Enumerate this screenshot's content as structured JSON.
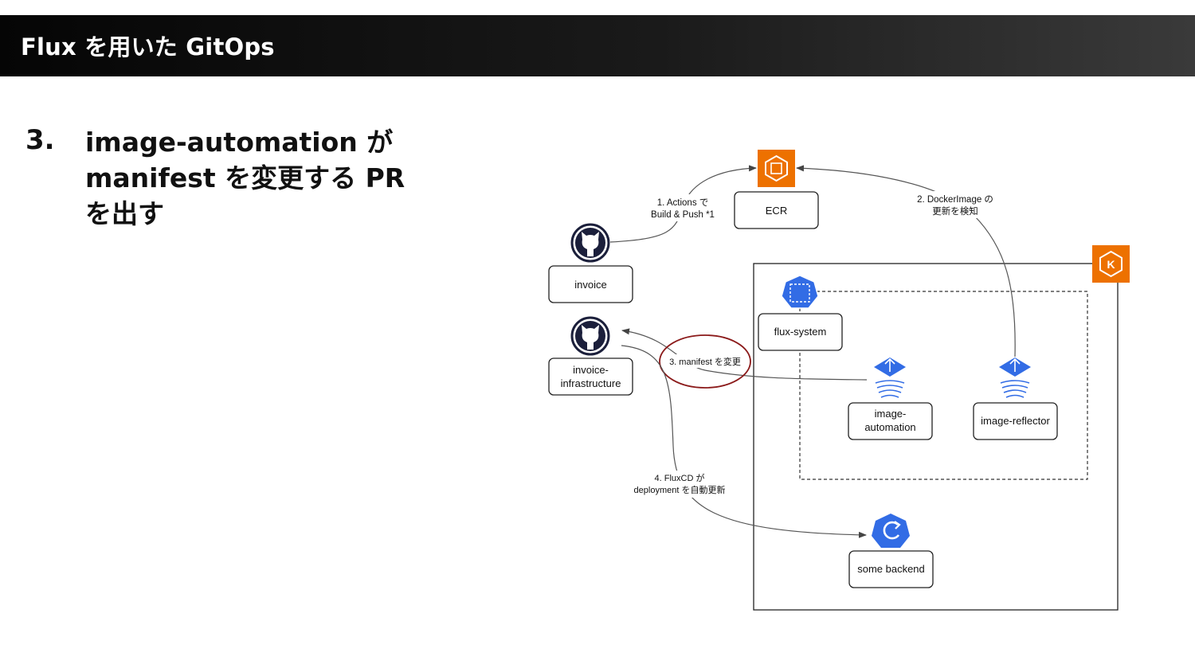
{
  "header": {
    "title": "Flux を用いた GitOps"
  },
  "step": {
    "number": "3.",
    "lines": [
      "image-automation が",
      "manifest を変更する PR",
      "を出す"
    ]
  },
  "diagram": {
    "nodes": {
      "ecr": "ECR",
      "invoice": "invoice",
      "invoice_infra": [
        "invoice-",
        "infrastructure"
      ],
      "flux_system": "flux-system",
      "image_automation": [
        "image-",
        "automation"
      ],
      "image_reflector": "image-reflector",
      "some_backend": "some backend"
    },
    "edges": {
      "build_push": [
        "1. Actions で",
        "Build & Push *1"
      ],
      "docker_image": [
        "2. DockerImage の",
        "更新を検知"
      ],
      "manifest_change": "3. manifest を変更",
      "fluxcd_update": [
        "4. FluxCD が",
        "deployment を自動更新"
      ]
    },
    "icons": {
      "aws_ecr": "ecr-icon",
      "aws_eks": "eks-icon",
      "github": "github-icon",
      "flux_system": "kubernetes-namespace-icon",
      "flux_controller": "flux-icon",
      "deployment": "kubernetes-deployment-icon"
    },
    "colors": {
      "aws_orange": "#ED7100",
      "k8s_blue": "#326CE5",
      "github_navy": "#1B1F3B",
      "highlight_circle": "#8B1A1A"
    }
  }
}
